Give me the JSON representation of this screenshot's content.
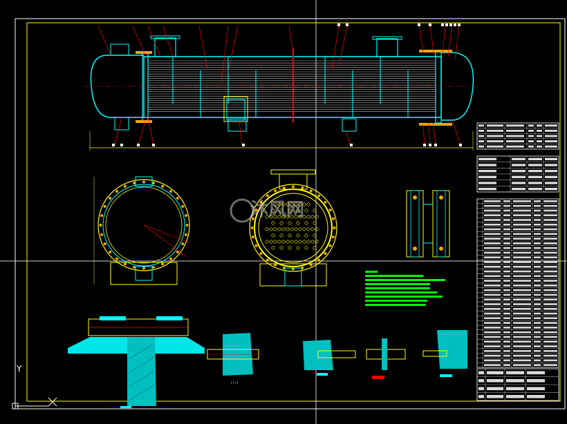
{
  "watermark": {
    "text": "沐风网"
  },
  "section_label": "I  I~I",
  "axis_icon": {
    "y_label": "Y"
  },
  "colors": {
    "background": "#000000",
    "frame": "#ffff00",
    "shell": "#00ffff",
    "tube": "#c0c0c0",
    "leader": "#ff0000",
    "notes": "#00ff00",
    "flange_bolt": "#ffa500",
    "table": "#ffffff"
  }
}
